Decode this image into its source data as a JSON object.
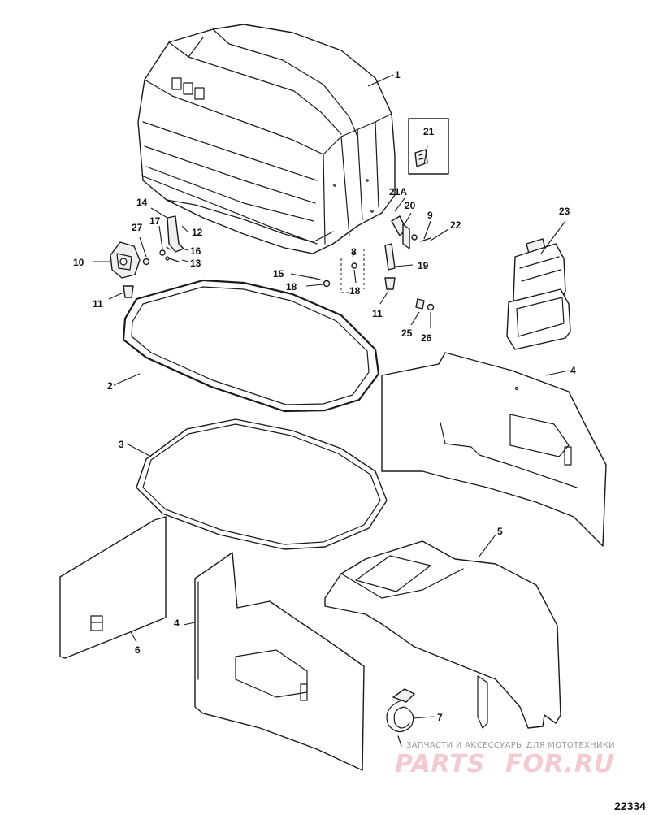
{
  "callouts": {
    "c1": "1",
    "c2": "2",
    "c3": "3",
    "c4a": "4",
    "c4b": "4",
    "c5": "5",
    "c6": "6",
    "c7": "7",
    "c8": "8",
    "c9": "9",
    "c10": "10",
    "c11a": "11",
    "c11b": "11",
    "c12": "12",
    "c13": "13",
    "c14": "14",
    "c15": "15",
    "c16": "16",
    "c17": "17",
    "c18a": "18",
    "c18b": "18",
    "c19": "19",
    "c20": "20",
    "c21": "21",
    "c21a": "21A",
    "c22": "22",
    "c23": "23",
    "c25": "25",
    "c26": "26",
    "c27": "27"
  },
  "diagram_number": "22334",
  "watermark": {
    "tagline": "ЗАПЧАСТИ И АКСЕССУАРЫ ДЛЯ МОТОТЕХНИКИ",
    "logo_left": "PARTS",
    "logo_right": "FOR.RU"
  },
  "colors": {
    "line": "#1a1a1a",
    "watermark_logo": "#f4c9cf",
    "watermark_text": "#9a9a9a"
  }
}
